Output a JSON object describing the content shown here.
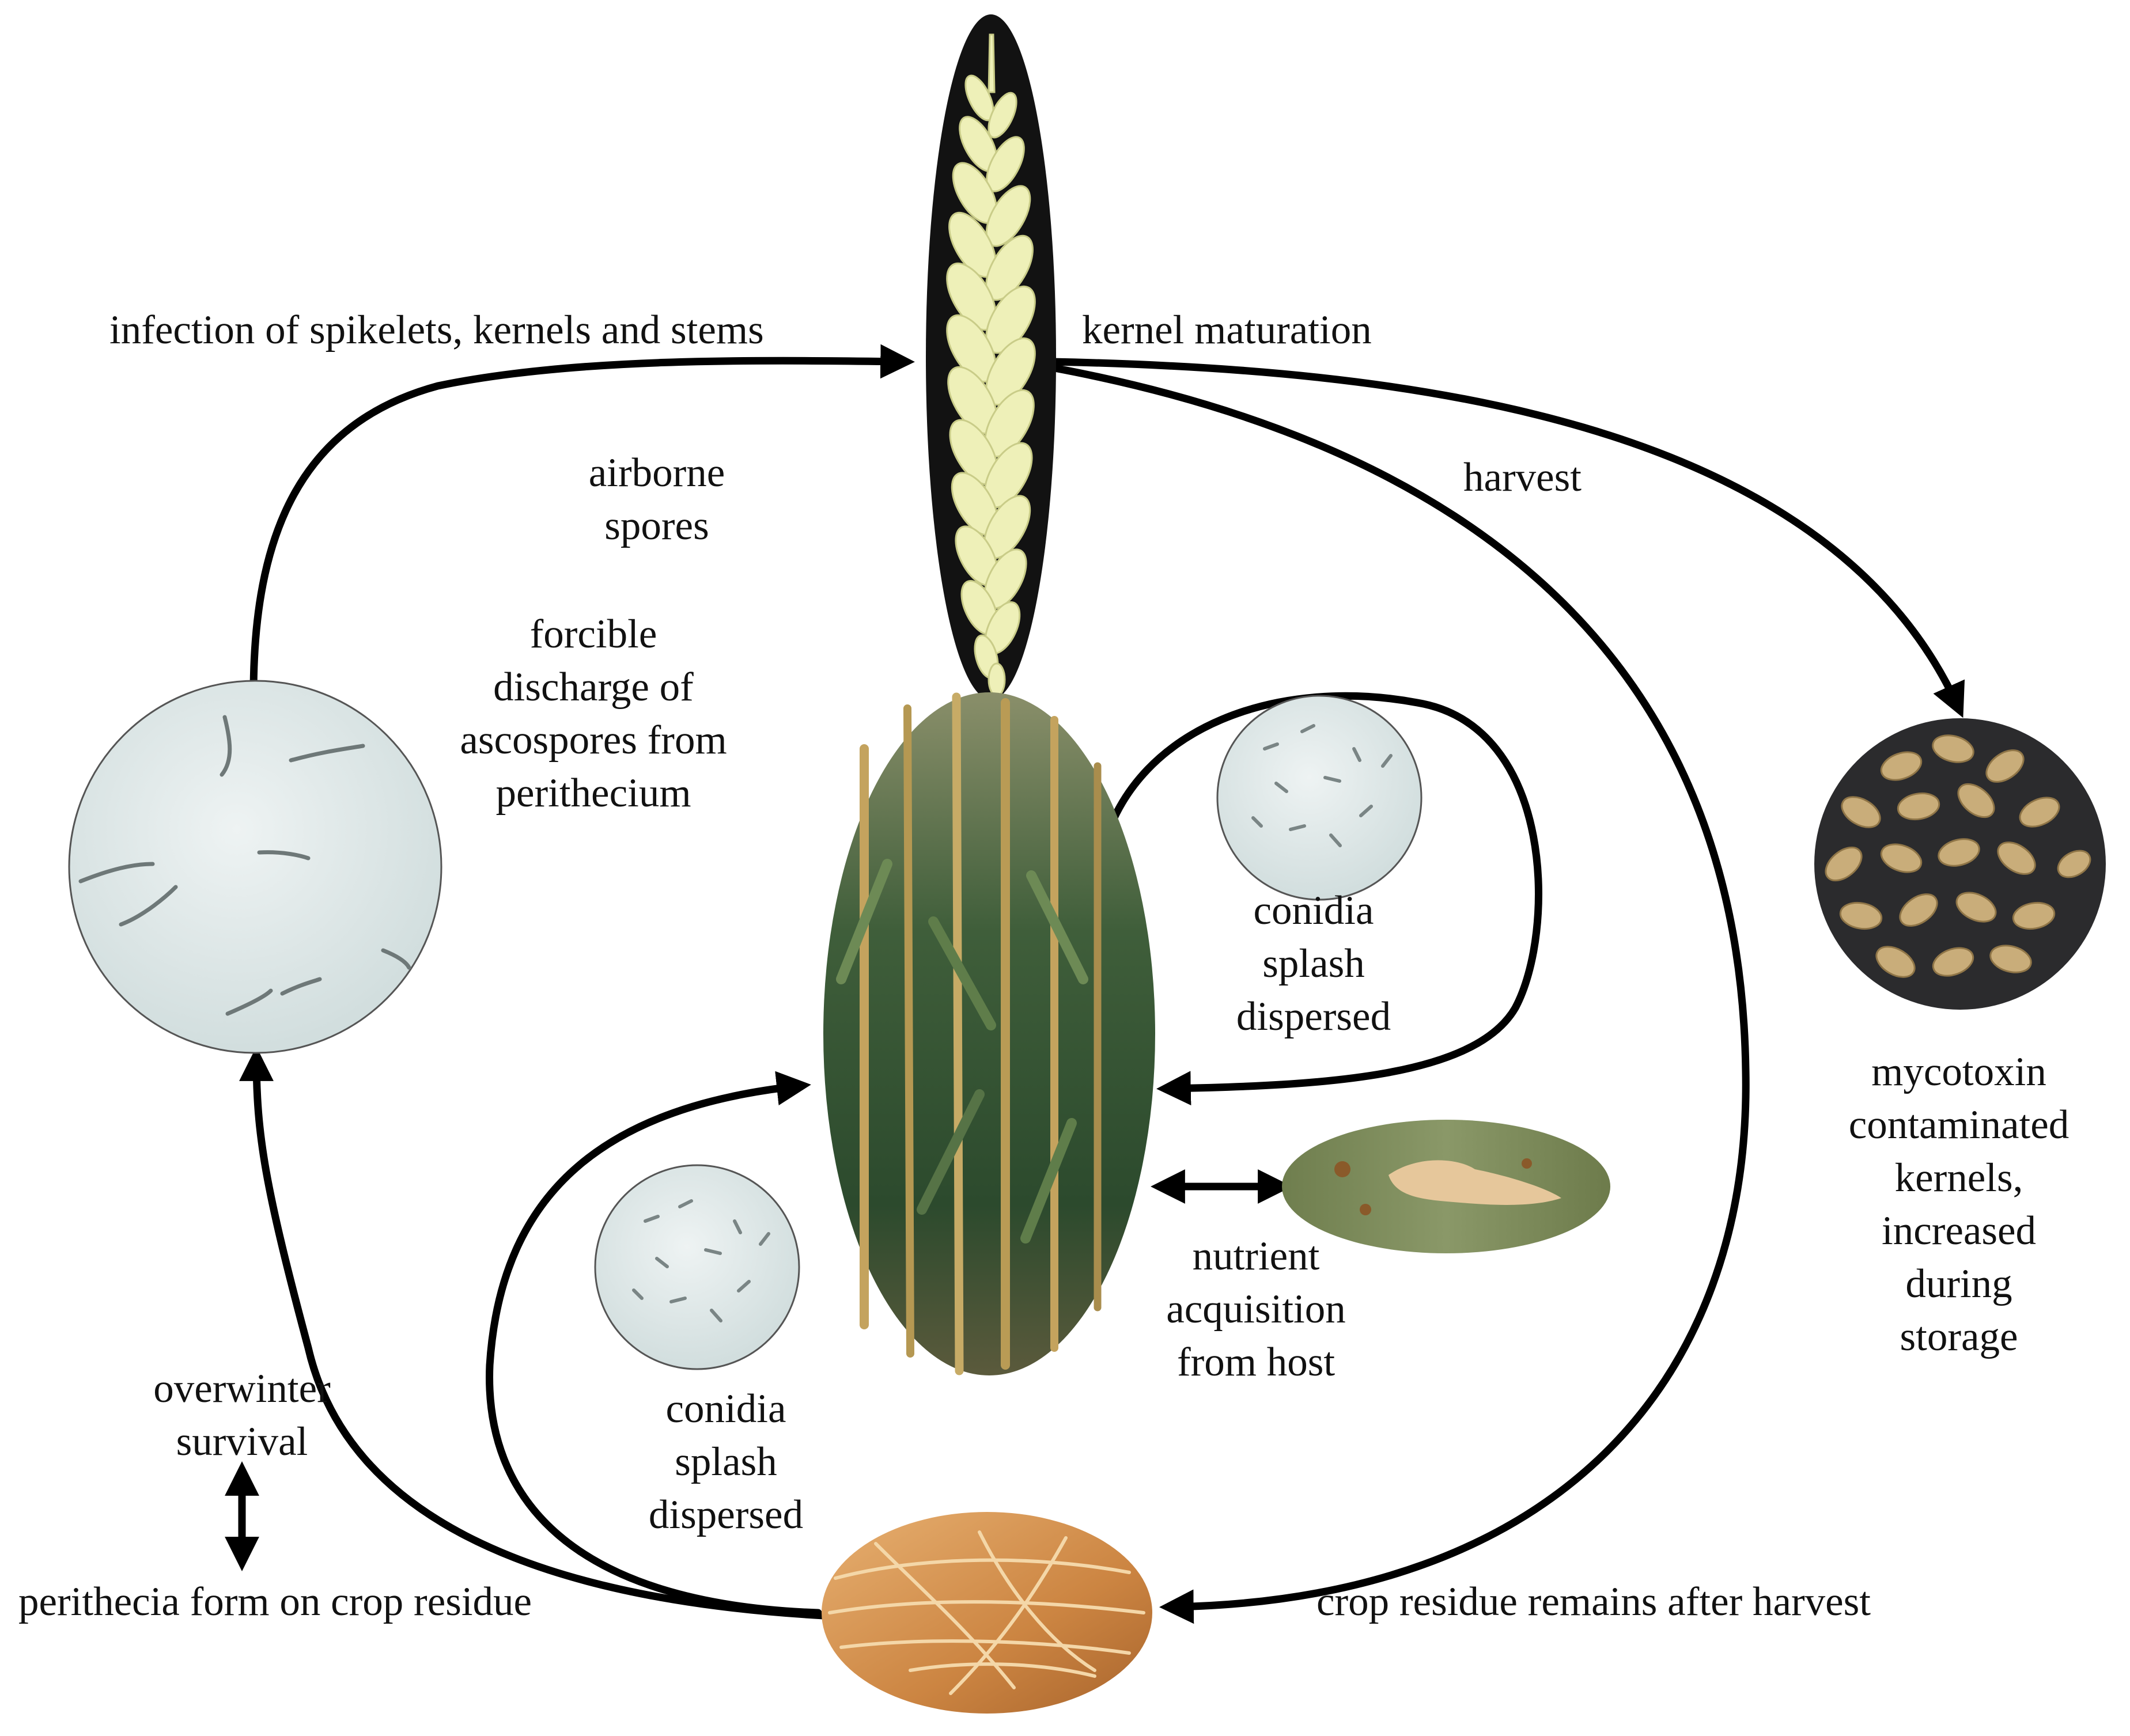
{
  "labels": {
    "infection": "infection of spikelets, kernels and stems",
    "kernel_maturation": "kernel maturation",
    "harvest": "harvest",
    "airborne_spores": [
      "airborne",
      "spores"
    ],
    "forcible_discharge": [
      "forcible",
      "discharge of",
      "ascospores from",
      "perithecium"
    ],
    "conidia_upper": [
      "conidia",
      "splash",
      "dispersed"
    ],
    "conidia_lower": [
      "conidia",
      "splash",
      "dispersed"
    ],
    "nutrient": [
      "nutrient",
      "acquisition",
      "from host"
    ],
    "mycotoxin": [
      "mycotoxin",
      "contaminated",
      "kernels,",
      "increased",
      "during",
      "storage"
    ],
    "overwinter": [
      "overwinter",
      "survival"
    ],
    "perithecia": "perithecia form on crop residue",
    "crop_residue": "crop residue remains after harvest"
  },
  "colors": {
    "arrow": "#000000",
    "spike_bg": "#111111",
    "spike_grain": "#eef0b8",
    "microscope": "#dde6e6",
    "plants": "#3d5a35",
    "lesion_leaf": "#7c8b5a",
    "lesion_spot": "#e9c9a0",
    "kernel_bg": "#2b2b2d",
    "kernel": "#c9ad7a",
    "residue": "#d58d4a"
  }
}
